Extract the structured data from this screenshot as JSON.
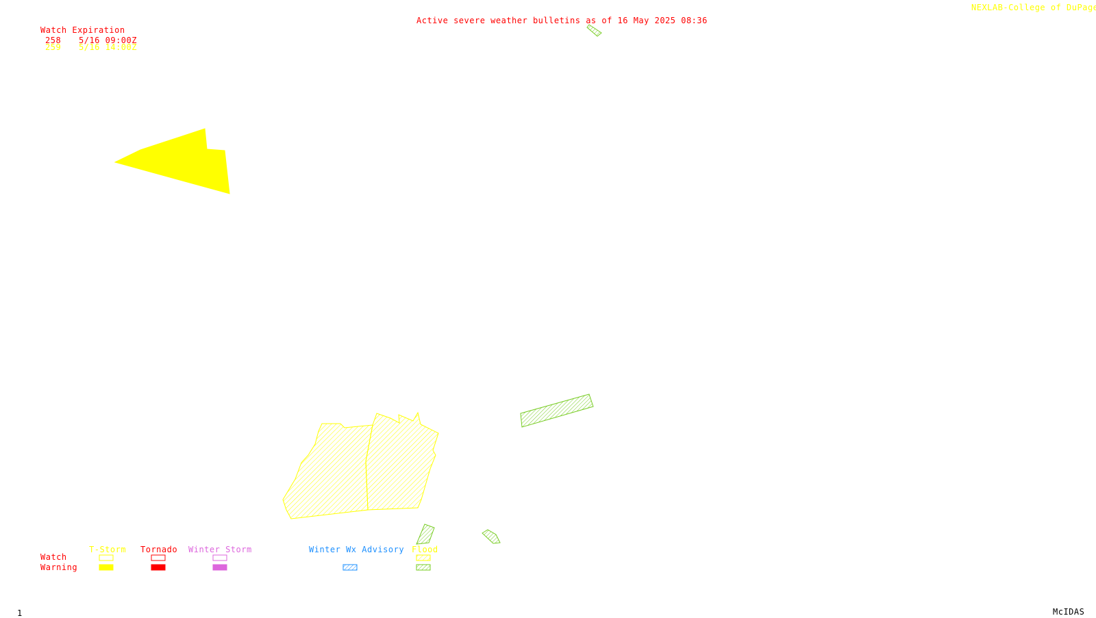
{
  "header": {
    "title": "Active severe weather bulletins as of 16 May 2025 08:36",
    "credit": "NEXLAB-College of DuPage R"
  },
  "watch_table": {
    "heading": "Watch Expiration",
    "rows": [
      {
        "number": "258",
        "expiration": "5/16 09:00Z",
        "color": "#ff0000"
      },
      {
        "number": "259",
        "expiration": "5/16 14:00Z",
        "color": "#ffff00"
      }
    ]
  },
  "legend": {
    "row_labels": {
      "watch": "Watch",
      "warning": "Warning"
    },
    "categories": [
      {
        "label": "T-Storm",
        "color": "#ffff00"
      },
      {
        "label": "Tornado",
        "color": "#ff0000"
      },
      {
        "label": "Winter Storm",
        "color": "#dd66dd"
      },
      {
        "label": "Winter Wx Advisory",
        "color": "#1e90ff"
      },
      {
        "label": "Flood",
        "color": "#ffff00"
      }
    ]
  },
  "footer": {
    "frame_number": "1",
    "software": "McIDAS"
  },
  "colors": {
    "tstorm": "#ffff00",
    "tornado": "#ff0000",
    "winter_storm": "#dd66dd",
    "winter_advisory": "#1e90ff",
    "flood_warning": "#77cc22",
    "flood_watch": "#ffff00"
  }
}
